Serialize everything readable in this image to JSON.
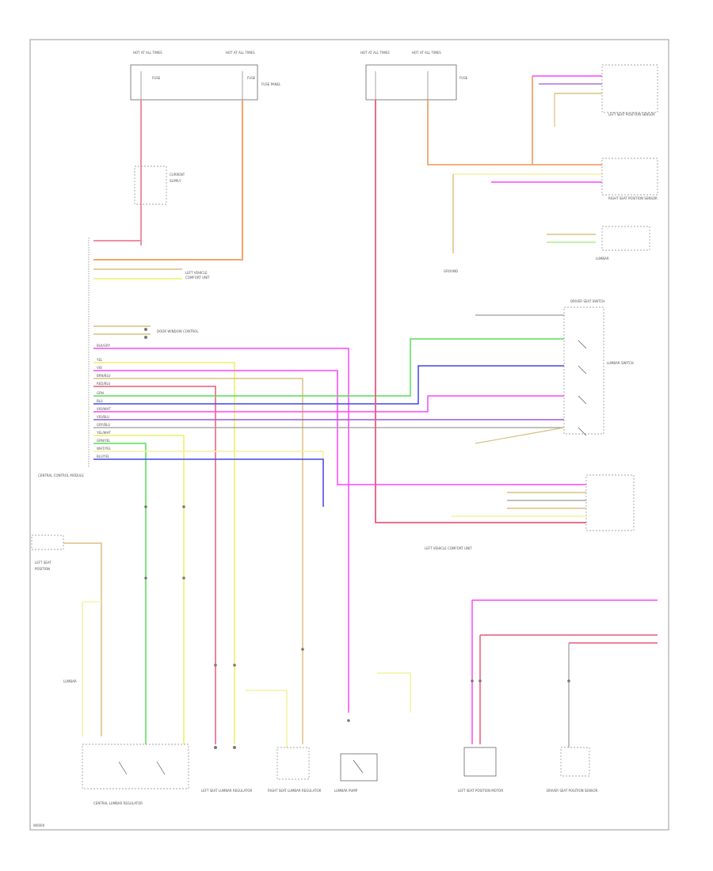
{
  "diagram": {
    "labels": {
      "hot_at_all_times_1": "HOT AT ALL TIMES",
      "hot_at_all_times_2": "HOT AT ALL TIMES",
      "fuse_panel_left": "FUSE PANEL",
      "central_control_module": "CENTRAL CONTROL MODULE",
      "left_vehicle_comfort_unit": "LEFT VEHICLE COMFORT UNIT",
      "door_window_control": "DOOR WINDOW CONTROL",
      "driver_seat_switch": "DRIVER SEAT SWITCH",
      "left_seat_position_sensor": "LEFT SEAT POSITION SENSOR",
      "right_seat_position_sensor": "RIGHT SEAT POSITION SENSOR",
      "lumbar_switch": "LUMBAR SWITCH",
      "left_vehicle_comfort_unit_2": "LEFT VEHICLE COMFORT UNIT",
      "central_lumbar_regulator": "CENTRAL LUMBAR REGULATOR",
      "left_seat_lumbar_regulator": "LEFT SEAT LUMBAR REGULATOR",
      "right_seat_lumbar_regulator": "RIGHT SEAT LUMBAR REGULATOR",
      "lumbar pump": "LUMBAR PUMP",
      "left_seat_position_motor": "LEFT SEAT POSITION MOTOR",
      "driver_seat_position_sensor": "DRIVER SEAT POSITION SENSOR",
      "footer": "W0000"
    },
    "wire_colors": {
      "orange": "#f4a46a",
      "pink": "#f08fa0",
      "red": "#e85a7a",
      "magenta": "#ff44ff",
      "green": "#55dd55",
      "blue": "#4444ee",
      "purple": "#9b59d0",
      "yellow": "#eeee66",
      "light_yellow": "#f2f2a0",
      "tan": "#d8c080",
      "gray": "#9a9a9a",
      "light_green": "#aaee88"
    }
  }
}
